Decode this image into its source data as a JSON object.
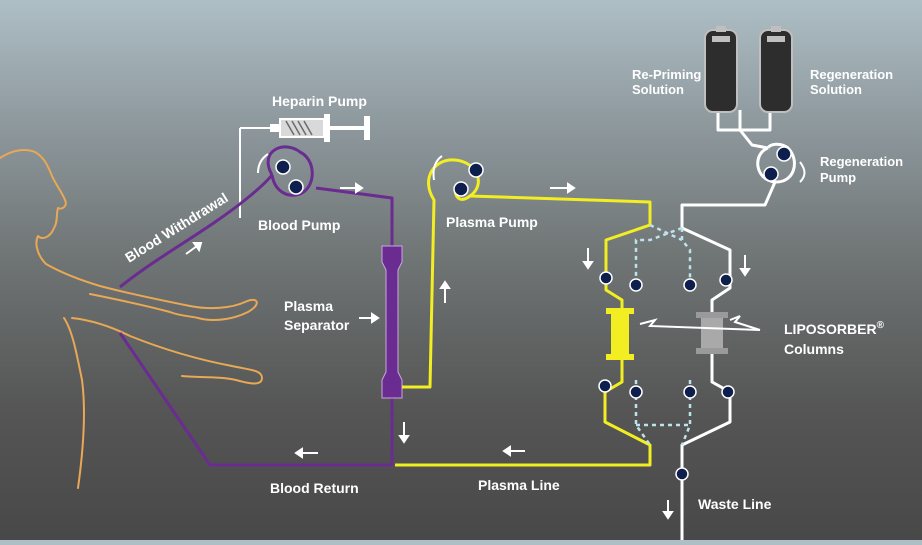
{
  "labels": {
    "heparin_pump": "Heparin Pump",
    "blood_withdrawal": "Blood Withdrawal",
    "blood_pump": "Blood Pump",
    "plasma_pump": "Plasma Pump",
    "plasma_separator_1": "Plasma",
    "plasma_separator_2": "Separator",
    "re_priming_1": "Re-Priming",
    "re_priming_2": "Solution",
    "regeneration_solution_1": "Regeneration",
    "regeneration_solution_2": "Solution",
    "regeneration_pump_1": "Regeneration",
    "regeneration_pump_2": "Pump",
    "liposorber_1": "LIPOSORBER",
    "liposorber_reg": "®",
    "liposorber_2": "Columns",
    "blood_return": "Blood Return",
    "plasma_line": "Plasma Line",
    "waste_line": "Waste Line"
  },
  "colors": {
    "blood_line": "#6a2c91",
    "plasma_line": "#f2ee22",
    "saline_line": "#ffffff",
    "patient_outline": "#e8a855",
    "valve": "#0f1f4d",
    "dotted_line": "#bfe3ea"
  }
}
